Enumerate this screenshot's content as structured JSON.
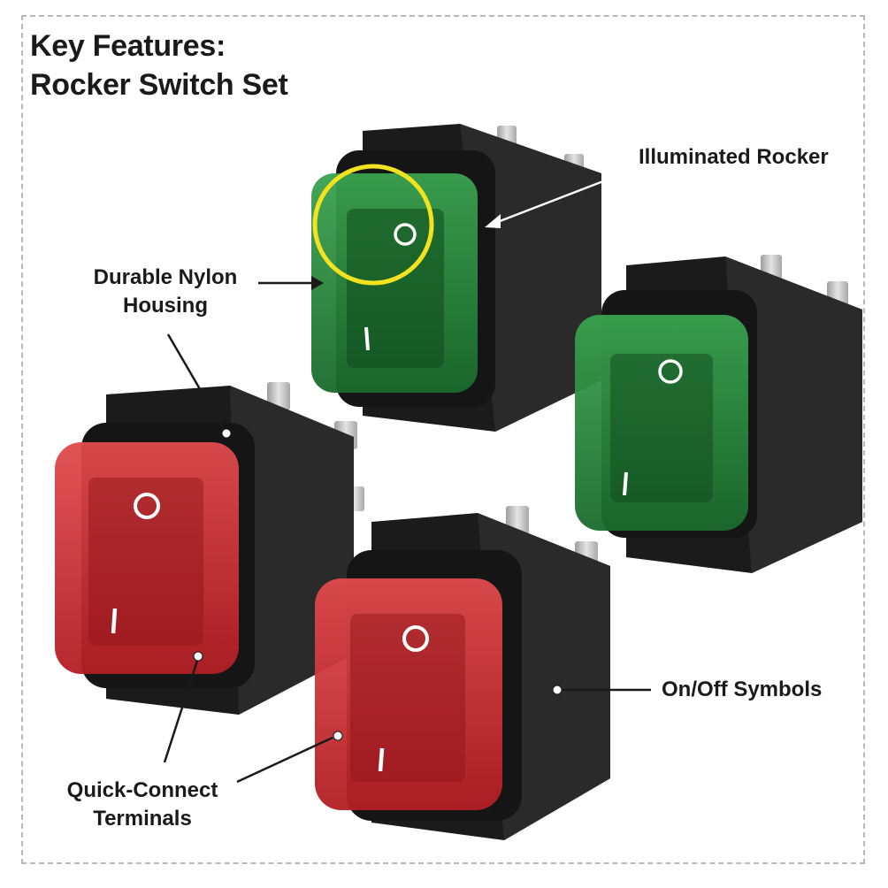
{
  "title": {
    "line1": "Key Features:",
    "line2": "Rocker Switch Set"
  },
  "callouts": {
    "illuminated": "Illuminated Rocker",
    "housing_line1": "Durable Nylon",
    "housing_line2": "Housing",
    "symbols": "On/Off Symbols",
    "terminals_line1": "Quick-Connect",
    "terminals_line2": "Terminals"
  },
  "switches": [
    {
      "id": "back-left",
      "rocker_color": "#2c8a3e",
      "rocker_dark": "#0f4a1c"
    },
    {
      "id": "back-right",
      "rocker_color": "#2c8a3e",
      "rocker_dark": "#0f4a1c"
    },
    {
      "id": "front-left",
      "rocker_color": "#d4353a",
      "rocker_dark": "#8e1418"
    },
    {
      "id": "front-right",
      "rocker_color": "#d4353a",
      "rocker_dark": "#8e1418"
    }
  ],
  "colors": {
    "housing": "#1e1e1e",
    "highlight_ring": "#f2e21f",
    "terminal_metal": "#c9c9c9"
  }
}
